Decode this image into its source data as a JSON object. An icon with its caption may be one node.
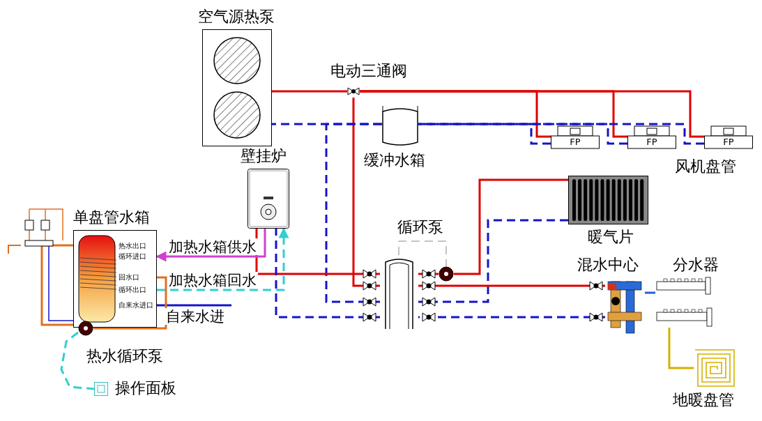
{
  "diagram": {
    "nodes": [
      {
        "text": [
          "空气源热泵"
        ]
      },
      {
        "text": [],
        "shape": "valve",
        "beside": [
          "电动三通阀"
        ]
      },
      {
        "text": [
          "缓冲水箱"
        ]
      },
      {
        "text": [
          "FP"
        ]
      },
      {
        "text": [
          "FP"
        ]
      },
      {
        "text": [
          "FP"
        ],
        "beside": [
          "风机盘管"
        ]
      },
      {
        "text": [
          "壁挂炉"
        ]
      },
      {
        "text": [
          "单盘管水箱"
        ]
      },
      {
        "text": [
          "暖气片"
        ]
      },
      {
        "text": [],
        "shape": "cylinder"
      },
      {
        "text": [],
        "shape": "circle",
        "beside": [
          "循环泵"
        ]
      },
      {
        "text": [
          "混水中心"
        ]
      },
      {
        "text": [
          "分水器"
        ]
      },
      {
        "text": [
          "地暖盘管"
        ]
      },
      {
        "text": [],
        "shape": "circle",
        "beside": [
          "热水循环泵"
        ]
      },
      {
        "text": [],
        "shape": "box",
        "beside": [
          "操作面板"
        ]
      }
    ],
    "edges": [
      {
        "from": 0,
        "to": 1,
        "arrow": "none"
      },
      {
        "from": 1,
        "to": 3,
        "arrow": "none"
      },
      {
        "from": 1,
        "to": 4,
        "arrow": "none"
      },
      {
        "from": 1,
        "to": 5,
        "arrow": "none"
      },
      {
        "from": 1,
        "to": 9,
        "arrow": "none"
      },
      {
        "from": 3,
        "to": 2,
        "arrow": "none",
        "style": "dashed",
        "color": "#1414c8"
      },
      {
        "from": 4,
        "to": 2,
        "arrow": "none",
        "style": "dashed",
        "color": "#1414c8"
      },
      {
        "from": 5,
        "to": 2,
        "arrow": "none",
        "style": "dashed",
        "color": "#1414c8"
      },
      {
        "from": 2,
        "to": 0,
        "arrow": "none",
        "style": "dashed",
        "color": "#1414c8"
      },
      {
        "from": 9,
        "to": 2,
        "arrow": "none",
        "style": "dashed",
        "color": "#1414c8"
      },
      {
        "from": 6,
        "to": 9,
        "arrow": "none"
      },
      {
        "from": 9,
        "to": 6,
        "arrow": "none",
        "style": "dashed",
        "color": "#1414c8"
      },
      {
        "from": 6,
        "to": 7,
        "arrow": "to",
        "label": "加热水箱供水",
        "color": "#d040d0"
      },
      {
        "from": 7,
        "to": 6,
        "arrow": "to",
        "label": "加热水箱回水",
        "style": "dashed",
        "color": "#30d0d0"
      },
      {
        "from": null,
        "to": 7,
        "arrow": "none",
        "label": "自来水进",
        "color": "#1414c8"
      },
      {
        "from": 9,
        "to": 10,
        "arrow": "none"
      },
      {
        "from": 10,
        "to": 8,
        "arrow": "none"
      },
      {
        "from": 8,
        "to": 9,
        "arrow": "none",
        "style": "dashed",
        "color": "#1414c8"
      },
      {
        "from": 9,
        "to": 11,
        "arrow": "none"
      },
      {
        "from": 11,
        "to": 9,
        "arrow": "none",
        "style": "dashed",
        "color": "#1414c8"
      },
      {
        "from": 11,
        "to": 12,
        "arrow": "none",
        "color": "#1e64d2"
      },
      {
        "from": 12,
        "to": 13,
        "arrow": "none",
        "color": "#d4b000"
      },
      {
        "from": 7,
        "to": 14,
        "arrow": "none",
        "color": "#e07020"
      },
      {
        "from": 14,
        "to": 15,
        "arrow": "none",
        "style": "dashed",
        "color": "#30d0d0"
      },
      {
        "from": 14,
        "to": 7,
        "arrow": "none",
        "color": "#e07020"
      },
      {
        "from": 9,
        "to": 10,
        "arrow": "none",
        "style": "dashed",
        "color": "#888888"
      }
    ],
    "labels": [
      "热水出口",
      "循环进口",
      "回水口",
      "循环出口",
      "自来水进口"
    ]
  }
}
